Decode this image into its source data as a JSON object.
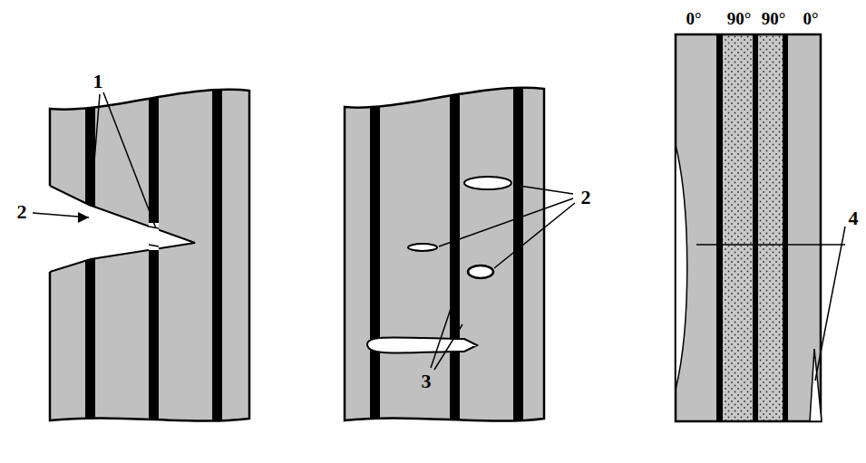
{
  "diagram": {
    "labels": [
      "1",
      "2",
      "2",
      "3",
      "0°",
      "90°",
      "90°",
      "0°",
      "4"
    ]
  }
}
